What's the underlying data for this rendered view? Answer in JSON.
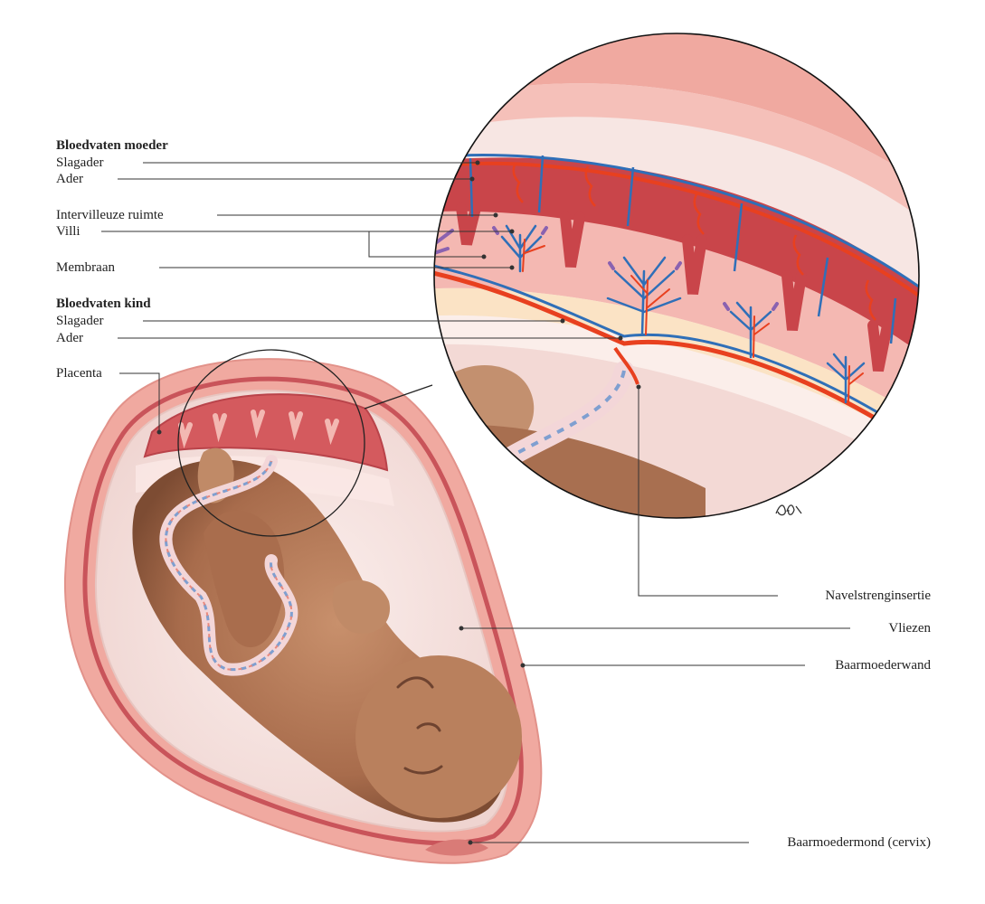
{
  "labels": {
    "maternal_header": "Bloedvaten moeder",
    "maternal_artery": "Slagader",
    "maternal_vein": "Ader",
    "intervillous_space": "Intervilleuze ruimte",
    "villi": "Villi",
    "membrane": "Membraan",
    "fetal_header": "Bloedvaten kind",
    "fetal_artery": "Slagader",
    "fetal_vein": "Ader",
    "placenta": "Placenta",
    "cord_insertion": "Navelstrenginsertie",
    "membranes": "Vliezen",
    "uterine_wall": "Baarmoederwand",
    "cervix": "Baarmoedermond (cervix)"
  },
  "colors": {
    "uterus_outer": "#f0a9a0",
    "uterus_wall": "#e98a82",
    "placenta_dark": "#c9454a",
    "amniotic_fluid": "#f6e3e0",
    "fetus_skin": "#b87a5a",
    "fetus_shadow": "#8f5a3e",
    "artery_red": "#e8401f",
    "vein_blue": "#2f6fb8",
    "villi_purple": "#8a62b0",
    "leader_line": "#333333"
  },
  "icons": {
    "signature": "artist-signature-icon"
  }
}
